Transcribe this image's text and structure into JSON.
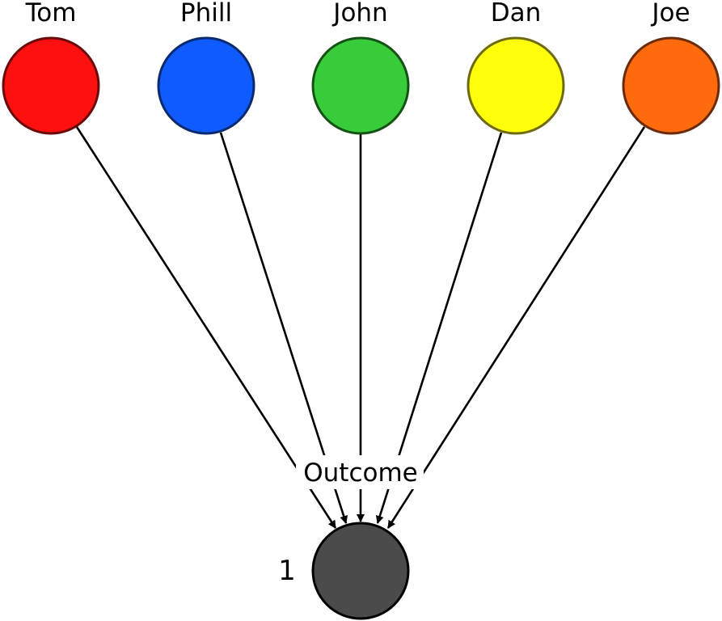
{
  "diagram": {
    "people": [
      {
        "name": "Tom",
        "fill": "#ff1010",
        "stroke": "#6b0a0a"
      },
      {
        "name": "Phill",
        "fill": "#0f5bff",
        "stroke": "#0a2a70"
      },
      {
        "name": "John",
        "fill": "#38cc3a",
        "stroke": "#145214"
      },
      {
        "name": "Dan",
        "fill": "#ffff0c",
        "stroke": "#6f6a10"
      },
      {
        "name": "Joe",
        "fill": "#ff6a0c",
        "stroke": "#6a2a0c"
      }
    ],
    "edge_label": "Outcome",
    "outcome_node": {
      "label": "1",
      "fill": "#4b4b4b",
      "stroke": "#000000"
    }
  }
}
